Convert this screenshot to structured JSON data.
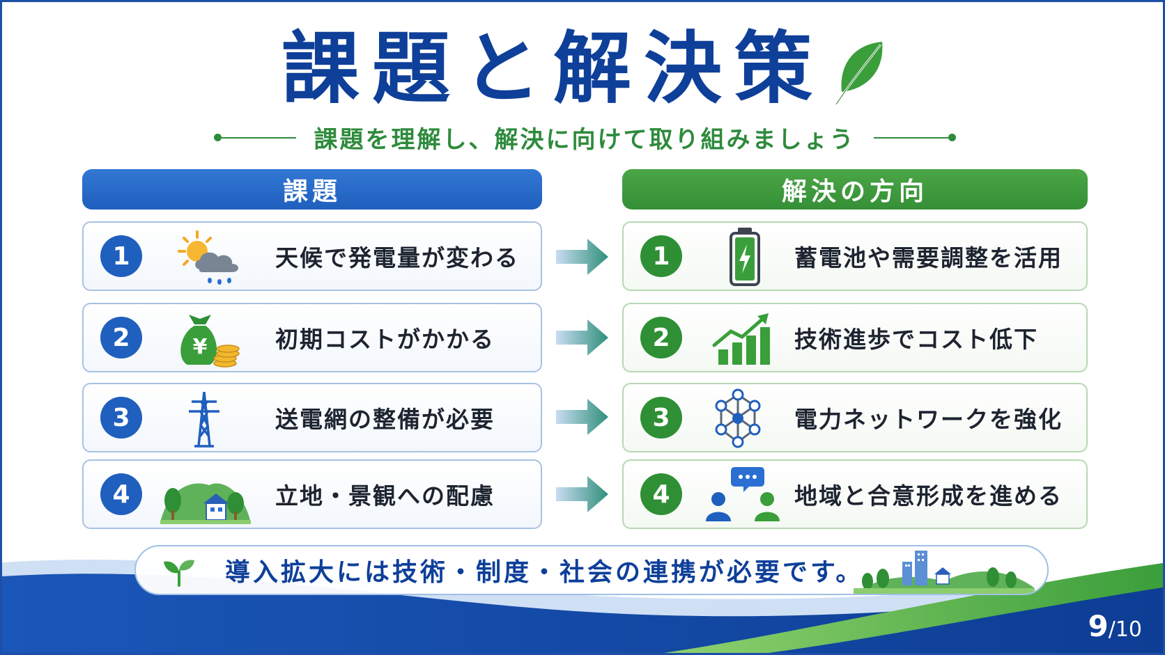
{
  "title": "課題と解決策",
  "subtitle": "課題を理解し、解決に向けて取り組みましょう",
  "left_header": "課題",
  "right_header": "解決の方向",
  "challenges": [
    {
      "number": "1",
      "text": "天候で発電量が変わる",
      "icon": "weather-sun-cloud-rain-icon"
    },
    {
      "number": "2",
      "text": "初期コストがかかる",
      "icon": "money-bag-yen-icon"
    },
    {
      "number": "3",
      "text": "送電網の整備が必要",
      "icon": "power-tower-icon"
    },
    {
      "number": "4",
      "text": "立地・景観への配慮",
      "icon": "landscape-house-icon"
    }
  ],
  "solutions": [
    {
      "number": "1",
      "text": "蓄電池や需要調整を活用",
      "icon": "battery-icon"
    },
    {
      "number": "2",
      "text": "技術進歩でコスト低下",
      "icon": "growth-chart-icon"
    },
    {
      "number": "3",
      "text": "電力ネットワークを強化",
      "icon": "network-icon"
    },
    {
      "number": "4",
      "text": "地域と合意形成を進める",
      "icon": "people-chat-icon"
    }
  ],
  "footer": {
    "text": "導入拡大には技術・制度・社会の連携が必要です。",
    "left_icon": "sprout-icon",
    "right_icon": "town-landscape-icon"
  },
  "page": {
    "current": "9",
    "separator": "/",
    "total": "10"
  },
  "colors": {
    "primary_blue": "#0e3f99",
    "accent_blue": "#1f5fbe",
    "accent_green": "#2f8f35",
    "subtitle_green": "#2e8b3c"
  }
}
